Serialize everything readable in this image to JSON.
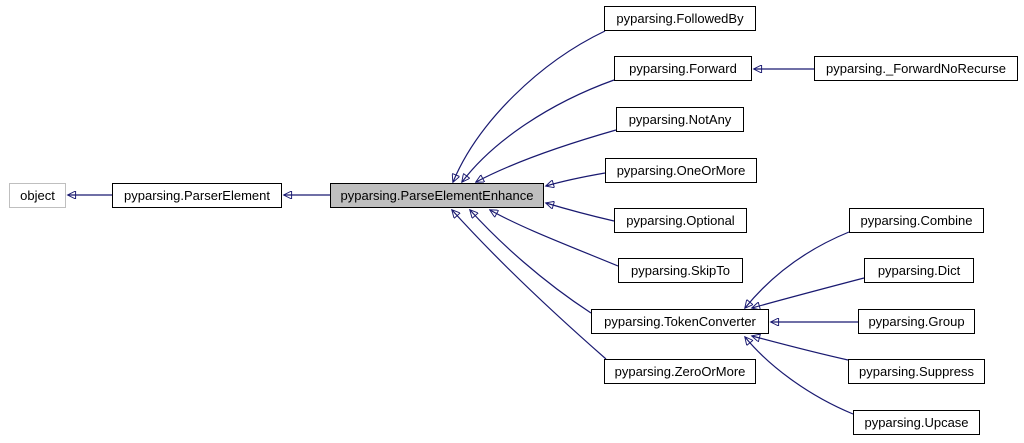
{
  "diagram": {
    "kind": "class-inheritance-graph",
    "library": "pyparsing",
    "selected_class": "pyparsing.ParseElementEnhance",
    "colors": {
      "edge": "#191970",
      "selected_node_fill": "#bfbfbf",
      "node_fill": "#ffffff",
      "node_border": "#000000",
      "external_node_border": "#bfbfbf",
      "background": "#ffffff"
    }
  },
  "nodes": {
    "object": {
      "label": "object"
    },
    "parser_element": {
      "label": "pyparsing.ParserElement"
    },
    "parse_element_enhance": {
      "label": "pyparsing.ParseElementEnhance"
    },
    "followed_by": {
      "label": "pyparsing.FollowedBy"
    },
    "forward": {
      "label": "pyparsing.Forward"
    },
    "forward_no_recurse": {
      "label": "pyparsing._ForwardNoRecurse"
    },
    "not_any": {
      "label": "pyparsing.NotAny"
    },
    "one_or_more": {
      "label": "pyparsing.OneOrMore"
    },
    "optional": {
      "label": "pyparsing.Optional"
    },
    "skip_to": {
      "label": "pyparsing.SkipTo"
    },
    "token_converter": {
      "label": "pyparsing.TokenConverter"
    },
    "zero_or_more": {
      "label": "pyparsing.ZeroOrMore"
    },
    "combine": {
      "label": "pyparsing.Combine"
    },
    "dict": {
      "label": "pyparsing.Dict"
    },
    "group": {
      "label": "pyparsing.Group"
    },
    "suppress": {
      "label": "pyparsing.Suppress"
    },
    "upcase": {
      "label": "pyparsing.Upcase"
    }
  },
  "edges": [
    {
      "from": "pyparsing.ParserElement",
      "to": "object",
      "relation": "inherits"
    },
    {
      "from": "pyparsing.ParseElementEnhance",
      "to": "pyparsing.ParserElement",
      "relation": "inherits"
    },
    {
      "from": "pyparsing.FollowedBy",
      "to": "pyparsing.ParseElementEnhance",
      "relation": "inherits"
    },
    {
      "from": "pyparsing.Forward",
      "to": "pyparsing.ParseElementEnhance",
      "relation": "inherits"
    },
    {
      "from": "pyparsing._ForwardNoRecurse",
      "to": "pyparsing.Forward",
      "relation": "inherits"
    },
    {
      "from": "pyparsing.NotAny",
      "to": "pyparsing.ParseElementEnhance",
      "relation": "inherits"
    },
    {
      "from": "pyparsing.OneOrMore",
      "to": "pyparsing.ParseElementEnhance",
      "relation": "inherits"
    },
    {
      "from": "pyparsing.Optional",
      "to": "pyparsing.ParseElementEnhance",
      "relation": "inherits"
    },
    {
      "from": "pyparsing.SkipTo",
      "to": "pyparsing.ParseElementEnhance",
      "relation": "inherits"
    },
    {
      "from": "pyparsing.TokenConverter",
      "to": "pyparsing.ParseElementEnhance",
      "relation": "inherits"
    },
    {
      "from": "pyparsing.ZeroOrMore",
      "to": "pyparsing.ParseElementEnhance",
      "relation": "inherits"
    },
    {
      "from": "pyparsing.Combine",
      "to": "pyparsing.TokenConverter",
      "relation": "inherits"
    },
    {
      "from": "pyparsing.Dict",
      "to": "pyparsing.TokenConverter",
      "relation": "inherits"
    },
    {
      "from": "pyparsing.Group",
      "to": "pyparsing.TokenConverter",
      "relation": "inherits"
    },
    {
      "from": "pyparsing.Suppress",
      "to": "pyparsing.TokenConverter",
      "relation": "inherits"
    },
    {
      "from": "pyparsing.Upcase",
      "to": "pyparsing.TokenConverter",
      "relation": "inherits"
    }
  ]
}
